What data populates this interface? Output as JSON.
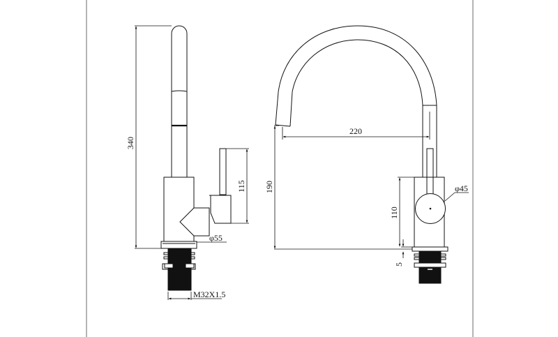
{
  "drawing": {
    "subject": "Kitchen faucet dimension drawing",
    "units": "mm",
    "views": [
      {
        "name": "side-view",
        "dimensions": {
          "overall_height": "340",
          "handle_height": "115",
          "base_diameter": "φ55",
          "thread": "M32X1.5"
        }
      },
      {
        "name": "front-view",
        "dimensions": {
          "spout_reach": "220",
          "spout_height": "190",
          "body_height": "110",
          "handle_diameter": "φ45",
          "base_thickness": "5"
        }
      }
    ],
    "colors": {
      "line": "#111111",
      "frame": "#b4b4b4",
      "background": "#ffffff"
    }
  }
}
